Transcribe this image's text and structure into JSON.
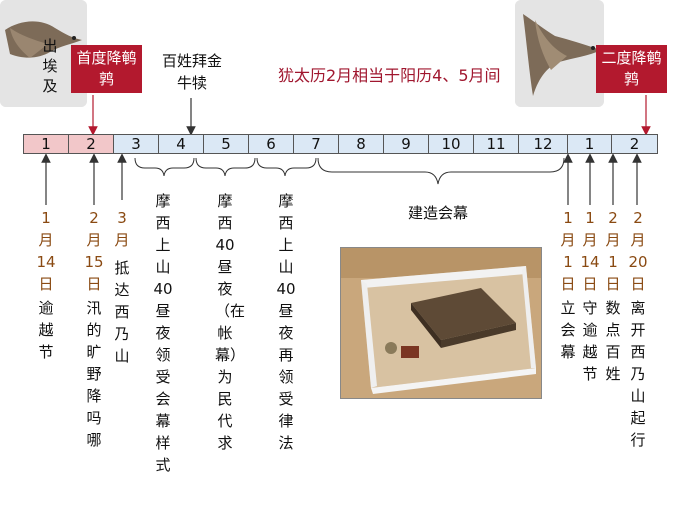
{
  "labels": {
    "exodus": "出埃及",
    "quail_first": "首度降鹌鹑",
    "golden_calf": "百姓拜金牛犊",
    "calendar_note": "犹太历2月相当于阳历4、5月间",
    "quail_second": "二度降鹌鹑",
    "build_tabernacle": "建造会幕"
  },
  "months": [
    "1",
    "2",
    "3",
    "4",
    "5",
    "6",
    "7",
    "8",
    "9",
    "10",
    "11",
    "12",
    "1",
    "2"
  ],
  "events": {
    "e1_date": "1月14日",
    "e1_text": "逾越节",
    "e2_date": "2月15日",
    "e2_text": "汛的旷野 降吗哪",
    "e3_date": "3月",
    "e3_text": "抵达西乃山",
    "e4_text": "摩西上山40昼夜 领受会幕样式",
    "e5_text": "摩西40昼夜（在帐幕）为民代求",
    "e6_text": "摩西上山40昼夜 再领受律法",
    "e7_date": "1月1日",
    "e7_text": "立会幕",
    "e8_date": "1月14日",
    "e8_text": "守逾越节",
    "e9_date": "2月1日",
    "e9_text": "数点百姓",
    "e10_date": "2月20日",
    "e10_text": "离开西乃山起行"
  },
  "colors": {
    "accent_red": "#b3192e",
    "cell_pink": "#f2c7c9",
    "cell_blue": "#dbe8f5",
    "date_brown": "#8a4a12"
  }
}
